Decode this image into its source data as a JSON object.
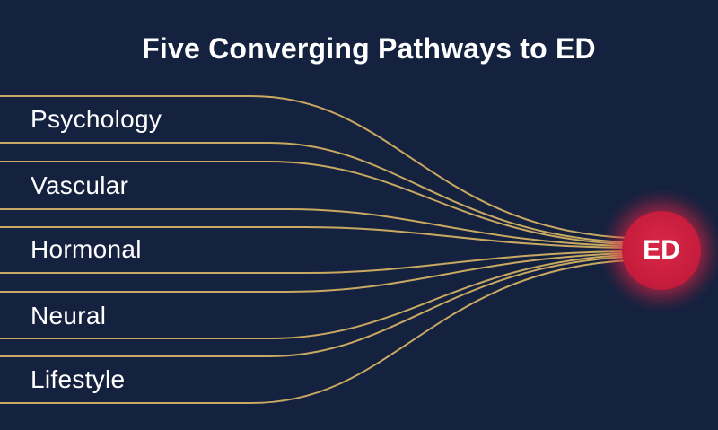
{
  "diagram": {
    "title": "Five Converging Pathways to ED",
    "target": {
      "label": "ED",
      "color": "#c81d3d"
    },
    "pathways": [
      {
        "label": "Psychology"
      },
      {
        "label": "Vascular"
      },
      {
        "label": "Hormonal"
      },
      {
        "label": "Neural"
      },
      {
        "label": "Lifestyle"
      }
    ],
    "line_color": "#c9a961",
    "background_color": "#15223f"
  }
}
